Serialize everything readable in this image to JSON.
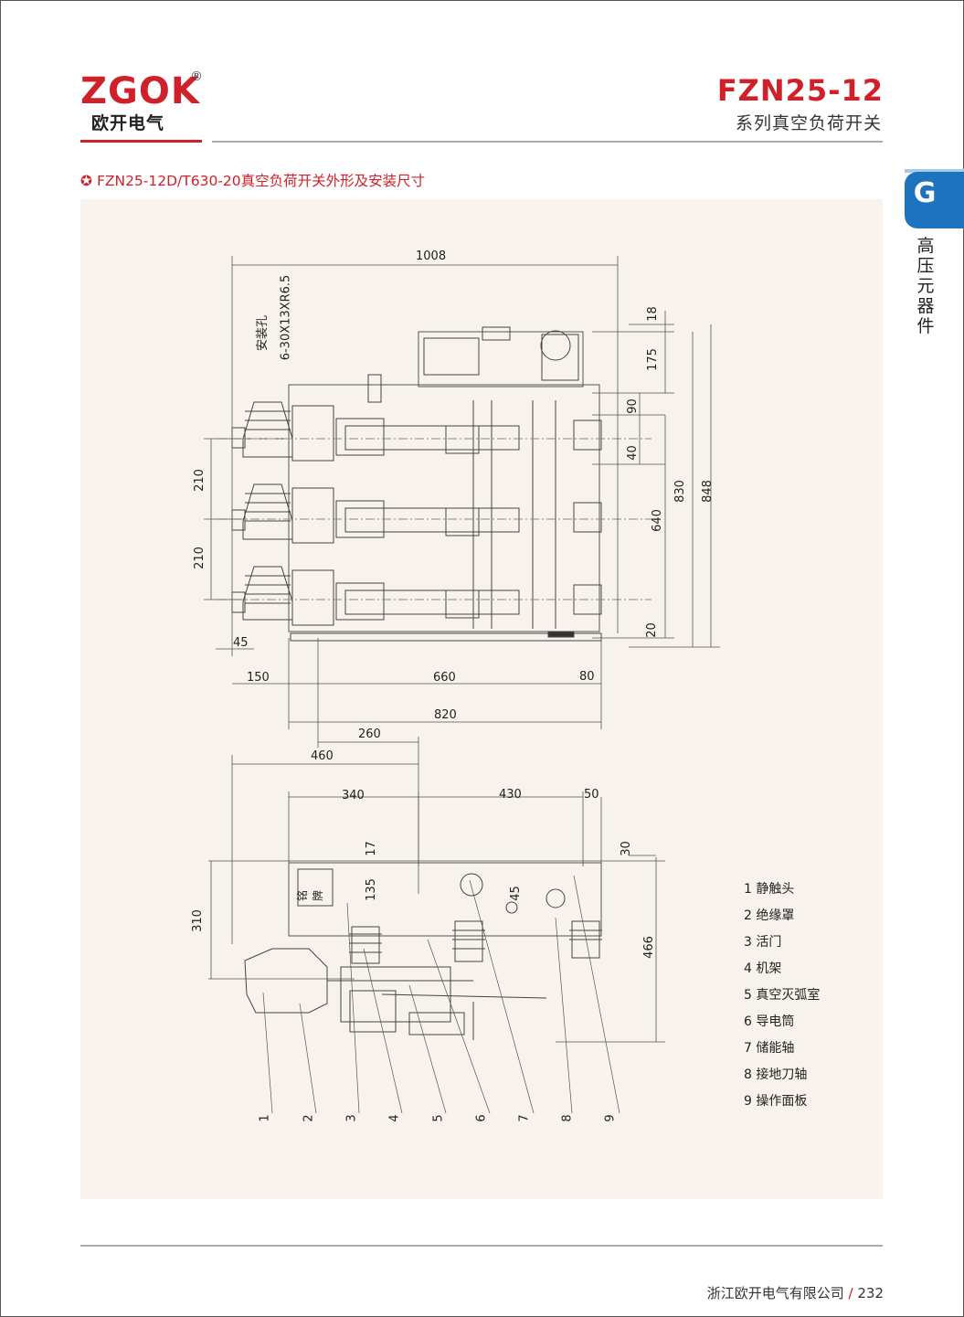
{
  "brand": {
    "logo": "ZGOK",
    "reg": "®",
    "name_cn": "欧开电气"
  },
  "header": {
    "model": "FZN25-12",
    "subtitle": "系列真空负荷开关"
  },
  "tab": {
    "letter": "G",
    "label": "高压元器件"
  },
  "section": {
    "bullet_icon": "flower-icon",
    "title": "FZN25-12D/T630-20真空负荷开关外形及安装尺寸"
  },
  "front_view": {
    "dims": {
      "d1008": "1008",
      "d18": "18",
      "d175": "175",
      "d90": "90",
      "d40": "40",
      "d830": "830",
      "d848": "848",
      "d640": "640",
      "d20": "20",
      "d210a": "210",
      "d210b": "210",
      "d45": "45",
      "d150": "150",
      "d660": "660",
      "d80": "80",
      "d820": "820"
    },
    "hole_label": "安装孔",
    "hole_spec": "6-30X13XR6.5"
  },
  "side_view": {
    "dims": {
      "d260": "260",
      "d460": "460",
      "d340": "340",
      "d430": "430",
      "d50": "50",
      "d30": "30",
      "d17": "17",
      "d135": "135",
      "d45": "45",
      "d310": "310",
      "d466": "466"
    },
    "nameplate": "铭牌",
    "callouts": [
      "1",
      "2",
      "3",
      "4",
      "5",
      "6",
      "7",
      "8",
      "9"
    ]
  },
  "legend": [
    "1 静触头",
    "2 绝缘罩",
    "3 活门",
    "4 机架",
    "5 真空灭弧室",
    "6 导电筒",
    "7 储能轴",
    "8 接地刀轴",
    "9 操作面板"
  ],
  "footer": {
    "company": "浙江欧开电气有限公司",
    "sep": " / ",
    "page": "232"
  },
  "colors": {
    "accent": "#d0202a",
    "tab": "#1e73be",
    "panel": "#f7f2ec"
  }
}
